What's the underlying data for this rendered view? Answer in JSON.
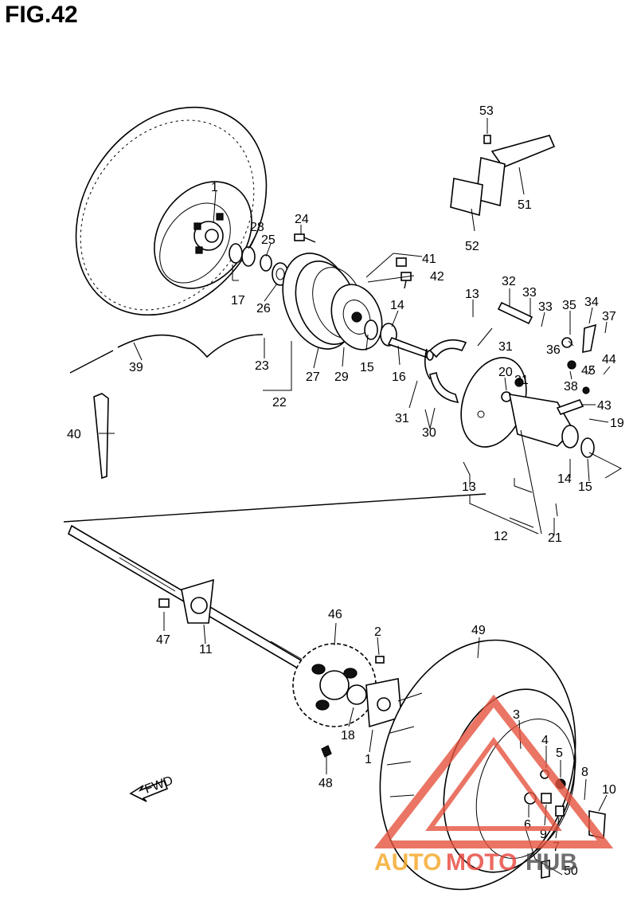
{
  "figure": {
    "title": "FIG.42"
  },
  "fwd_label": "FWD",
  "watermark": {
    "text_a": "AUTO",
    "text_b": "MOTO",
    "text_c": "HUB",
    "colors": {
      "orange": "#f5a623",
      "red": "#e8443a",
      "dark": "#4a4a4a",
      "triangle": "#e5533f"
    }
  },
  "callouts": [
    "1",
    "24",
    "28",
    "25",
    "17",
    "26",
    "41",
    "42",
    "14",
    "23",
    "39",
    "22",
    "27",
    "29",
    "15",
    "16",
    "31",
    "31",
    "30",
    "13",
    "32",
    "33",
    "33",
    "35",
    "34",
    "37",
    "36",
    "45",
    "44",
    "38",
    "20",
    "21",
    "43",
    "19",
    "40",
    "53",
    "51",
    "52",
    "13",
    "14",
    "15",
    "12",
    "21",
    "47",
    "11",
    "46",
    "2",
    "49",
    "18",
    "1",
    "48",
    "3",
    "4",
    "5",
    "8",
    "10",
    "6",
    "9",
    "7",
    "50"
  ]
}
